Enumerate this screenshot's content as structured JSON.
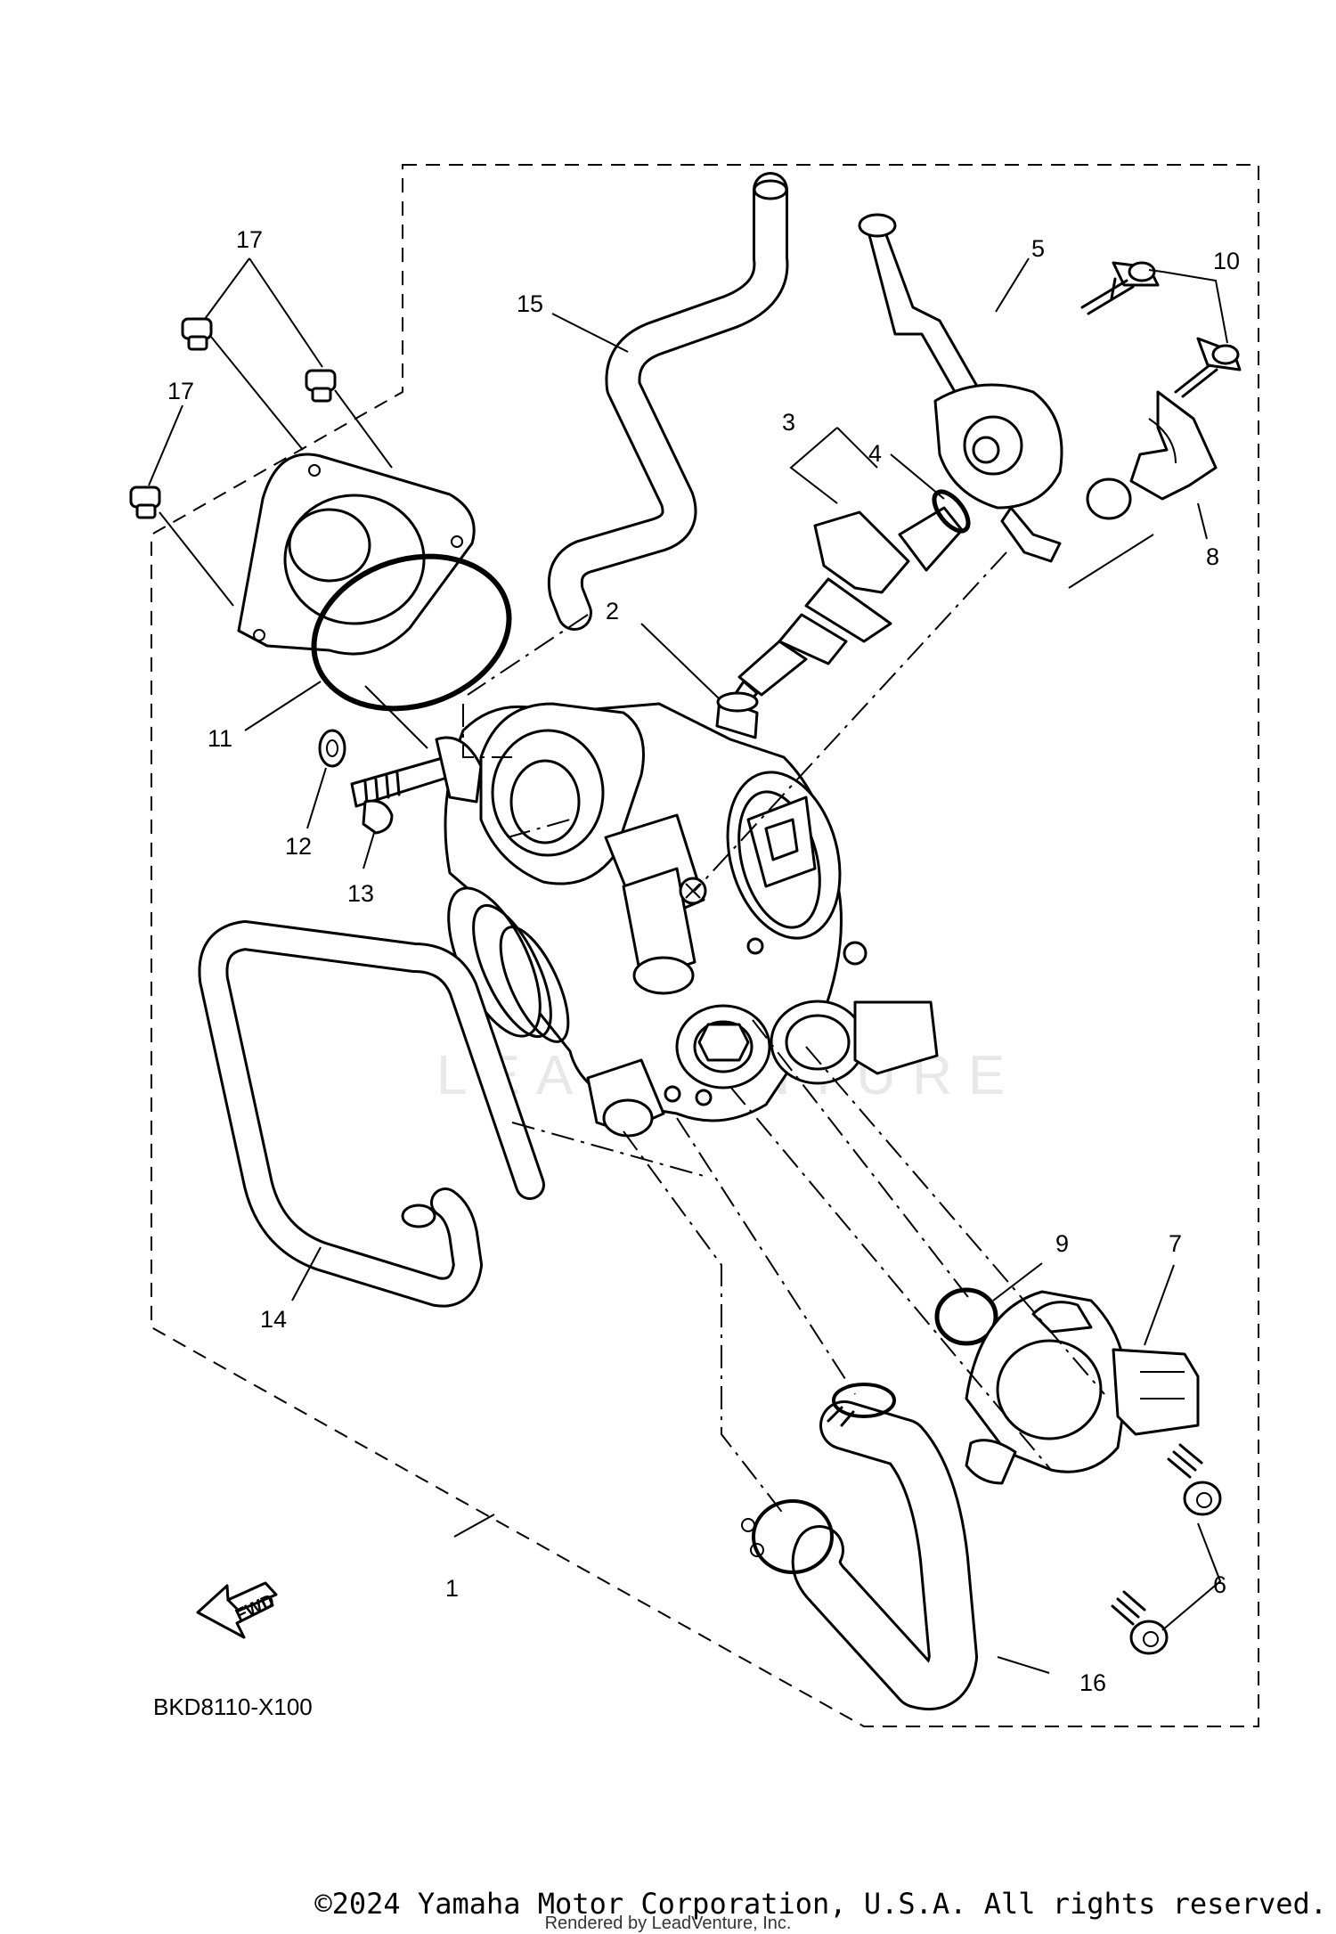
{
  "callouts": {
    "c1": "1",
    "c2": "2",
    "c3": "3",
    "c4": "4",
    "c5": "5",
    "c6": "6",
    "c7": "7",
    "c8": "8",
    "c9": "9",
    "c10": "10",
    "c11": "11",
    "c12": "12",
    "c13": "13",
    "c14": "14",
    "c15": "15",
    "c16": "16",
    "c17a": "17",
    "c17b": "17"
  },
  "fwd_label": "FWD",
  "diagram_code": "BKD8110-X100",
  "watermark": "LEADVENTURE",
  "copyright": "©2024 Yamaha Motor Corporation, U.S.A. All rights reserved.",
  "rendered_by": "Rendered by LeadVenture, Inc."
}
